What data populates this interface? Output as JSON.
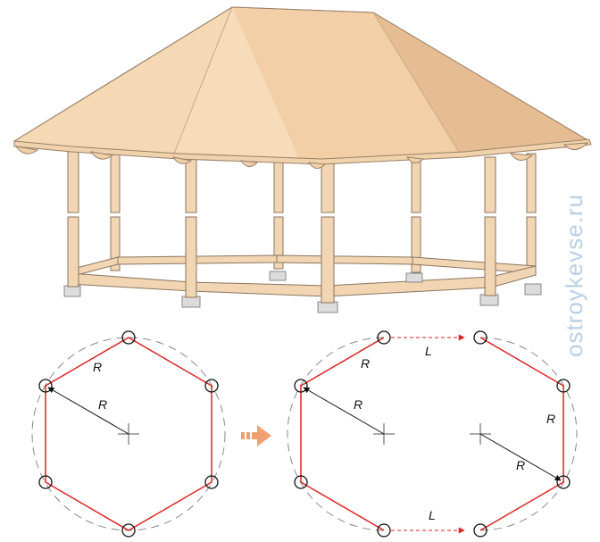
{
  "watermark": {
    "text": "ostroykevse.ru",
    "color": "#b9cfe4"
  },
  "colors": {
    "roof_light": "#f5d8b4",
    "roof_mid": "#eecaa0",
    "roof_dark": "#e2b98e",
    "wood": "#f2d6b3",
    "wood_edge": "#8a7560",
    "foot": "#d9d9d9",
    "hexagon": "#dd2222",
    "circle_dashed": "#888888",
    "arrow_accent": "#f0a070"
  },
  "diagram_left": {
    "radius_label_side": "R",
    "radius_label_center": "R"
  },
  "diagram_right": {
    "radius_label_side": "R",
    "radius_label_center_left": "R",
    "radius_label_side_right": "R",
    "radius_label_center_right": "R",
    "offset_label_top": "L",
    "offset_label_bottom": "L"
  },
  "transition_arrow": {
    "icon": "right-arrow-icon"
  }
}
